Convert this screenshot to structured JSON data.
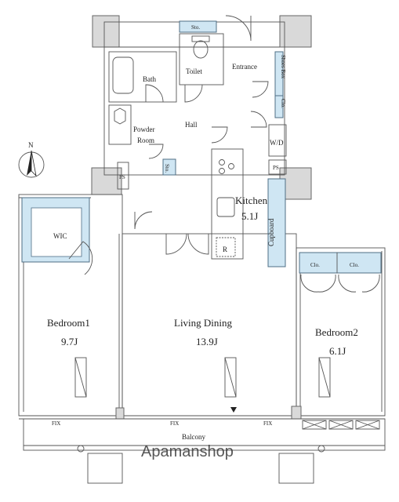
{
  "rooms": {
    "bedroom1": {
      "name": "Bedroom1",
      "area": "9.7J"
    },
    "living_dining": {
      "name": "Living Dining",
      "area": "13.9J"
    },
    "bedroom2": {
      "name": "Bedroom2",
      "area": "6.1J"
    },
    "kitchen": {
      "name": "Kitchen",
      "area": "5.1J"
    }
  },
  "labels": {
    "bath": "Bath",
    "toilet": "Toilet",
    "entrance": "Entrance",
    "shoes_box": "Shoes Box",
    "clo_entrance": "Clo.",
    "hall": "Hall",
    "powder_room_line1": "Powder",
    "powder_room_line2": "Room",
    "wd": "W/D",
    "sto_top": "Sto.",
    "sto_powder": "Sto.",
    "ps_left": "PS",
    "ps_right": "PS",
    "cupboard": "Cupboard",
    "wic": "WIC",
    "clo_br2_a": "Clo.",
    "clo_br2_b": "Clo.",
    "refrigerator": "R",
    "fix_1": "FIX",
    "fix_2": "FIX",
    "fix_3": "FIX",
    "balcony": "Balcony",
    "north": "N",
    "watermark": "Apamanshop"
  },
  "colors": {
    "storage_fill": "#cfe6f3",
    "column_fill": "#d9d9d9",
    "wall_stroke": "#444444"
  }
}
